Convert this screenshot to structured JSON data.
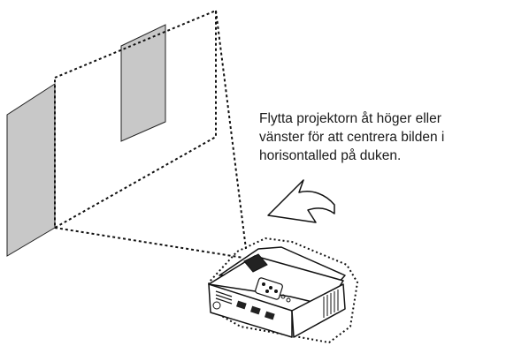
{
  "instruction": {
    "lines": [
      "Flytta projektorn åt höger eller",
      "vänster för att centrera bilden i",
      "horisontalled på duken."
    ]
  },
  "colors": {
    "screen_fill": "#c8c8c8",
    "line": "#111111",
    "background": "#ffffff"
  }
}
